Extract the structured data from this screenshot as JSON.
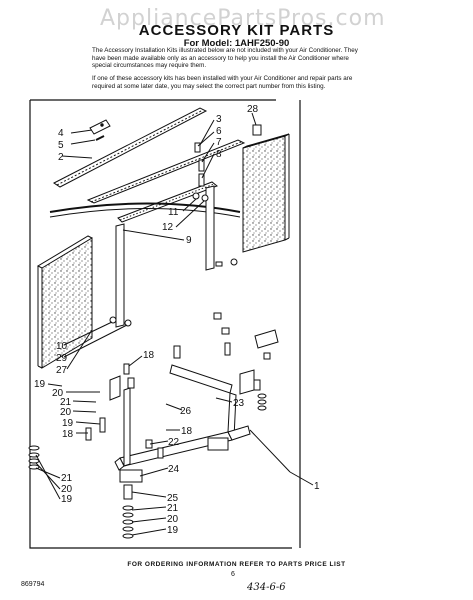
{
  "watermark": "AppliancePartsPros.com",
  "header": {
    "title": "ACCESSORY KIT PARTS",
    "model": "For Model: 1AHF250-90"
  },
  "intro": {
    "p1": "The Accessory Installation Kits illustrated below are not included with your Air Conditioner. They have been made available only as an accessory to help you install the Air Conditioner where special circumstances may require them.",
    "p2": "If one of these accessory kits has been installed with your Air Conditioner and repair parts are required at some later date, you may select the correct part number from this listing."
  },
  "callouts": {
    "c28": "28",
    "c3": "3",
    "c6": "6",
    "c7": "7",
    "c8": "8",
    "c4": "4",
    "c5": "5",
    "c2": "2",
    "c11": "11",
    "c12": "12",
    "c9": "9",
    "c10": "10",
    "c29": "29",
    "c27": "27",
    "c18a": "18",
    "c19a": "19",
    "c20a": "20",
    "c21a": "21",
    "c20b": "20",
    "c19b": "19",
    "c18b": "18",
    "c23": "23",
    "c26": "26",
    "c18c": "18",
    "c22": "22",
    "c24": "24",
    "c21b": "21",
    "c20c": "20",
    "c19c": "19",
    "c25": "25",
    "c21c": "21",
    "c20d": "20",
    "c19d": "19",
    "c1": "1"
  },
  "footer": {
    "order": "FOR ORDERING INFORMATION REFER TO PARTS PRICE LIST",
    "page": "6",
    "code": "869794",
    "handwritten": "434-6-6"
  }
}
